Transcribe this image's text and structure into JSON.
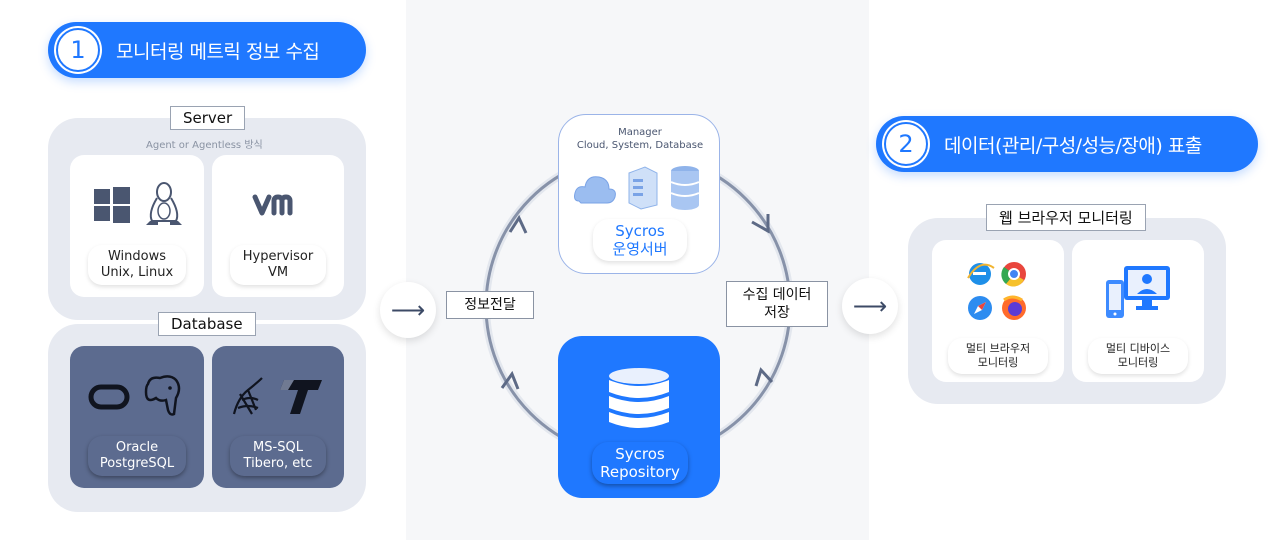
{
  "step1": {
    "number": "1",
    "title": "모니터링 메트릭 정보 수집"
  },
  "step2": {
    "number": "2",
    "title": "데이터(관리/구성/성능/장애) 표출"
  },
  "server": {
    "tag": "Server",
    "note": "Agent or Agentless 방식",
    "cards": [
      {
        "label1": "Windows",
        "label2": "Unix, Linux",
        "icons": [
          "windows-icon",
          "linux-icon"
        ]
      },
      {
        "label1": "Hypervisor",
        "label2": "VM",
        "icons": [
          "vmware-icon"
        ]
      }
    ]
  },
  "database": {
    "tag": "Database",
    "cards": [
      {
        "label1": "Oracle",
        "label2": "PostgreSQL",
        "icons": [
          "oracle-icon",
          "postgresql-icon"
        ]
      },
      {
        "label1": "MS-SQL",
        "label2": "Tibero, etc",
        "icons": [
          "mssql-icon",
          "tibero-icon"
        ]
      }
    ]
  },
  "center": {
    "manager_note1": "Manager",
    "manager_note2": "Cloud, System, Database",
    "manager_title": "Sycros",
    "manager_sub": "운영서버",
    "repo_title": "Sycros",
    "repo_sub": "Repository",
    "left_label": "정보전달",
    "right_label1": "수집 데이터",
    "right_label2": "저장",
    "icons": [
      "cloud-icon",
      "server-icon",
      "database-icon"
    ]
  },
  "arrow_glyph": "⟶",
  "web": {
    "tag": "웹 브라우저 모니터링",
    "cards": [
      {
        "label1": "멀티 브라우저",
        "label2": "모니터링",
        "icons": [
          "ie-icon",
          "chrome-icon",
          "safari-icon",
          "firefox-icon"
        ]
      },
      {
        "label1": "멀티 디바이스",
        "label2": "모니터링",
        "icons": [
          "devices-icon"
        ]
      }
    ]
  },
  "colors": {
    "accent": "#1f78ff",
    "group_bg": "#e7eaf1",
    "db_card": "#5c6b8f"
  }
}
